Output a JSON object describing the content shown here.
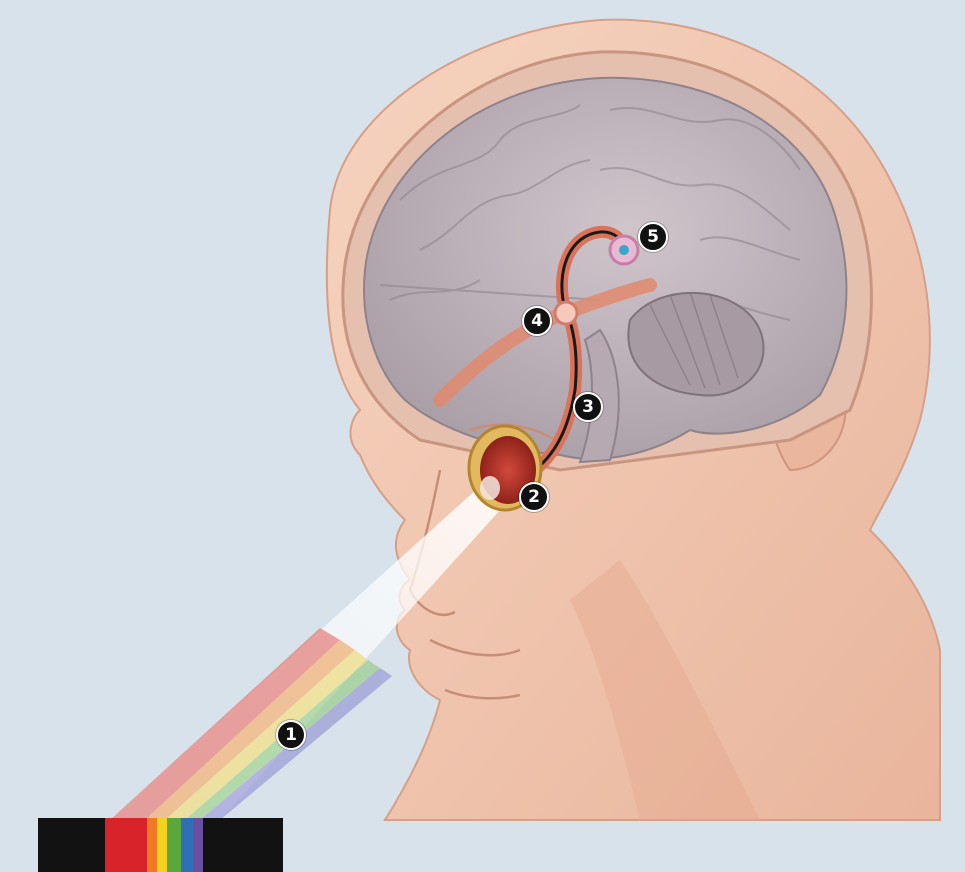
{
  "figure": {
    "background_color": "#dfe9f0",
    "skin_color": "#f2c6ae",
    "brain_color": "#b8aeb4",
    "nerve_color": "#d9735a",
    "eye_color": "#b5322a",
    "spectrum_colors": [
      "#d8232a",
      "#f07a22",
      "#f3d21f",
      "#5aa83b",
      "#2f6fb5",
      "#6a4ea0"
    ]
  },
  "markers": [
    {
      "number": "1",
      "refers_to": "light-spectrum-beam"
    },
    {
      "number": "2",
      "refers_to": "eye-retina"
    },
    {
      "number": "3",
      "refers_to": "optic-pathway"
    },
    {
      "number": "4",
      "refers_to": "brain-relay-center"
    },
    {
      "number": "5",
      "refers_to": "pineal-gland"
    }
  ]
}
